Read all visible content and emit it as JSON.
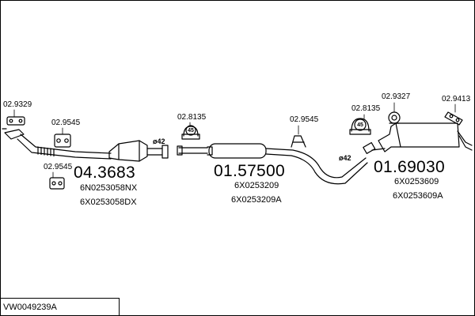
{
  "footer": {
    "code": "VW0049239A"
  },
  "parts": {
    "clamp_left": "02.9329",
    "mount_a": "02.9545",
    "mount_b": "02.9545",
    "catalyst": {
      "number": "04.3683",
      "codes": [
        "6N0253058NX",
        "6X0253058DX"
      ]
    },
    "clamp_mid": {
      "number": "02.8135",
      "size": "45"
    },
    "pipe_diameter_1": "ø42",
    "middle_silencer": {
      "number": "01.57500",
      "codes": [
        "6X0253209",
        "6X0253209A"
      ]
    },
    "mount_c": "02.9545",
    "pipe_diameter_2": "ø42",
    "clamp_rear": {
      "number": "02.8135",
      "size": "45"
    },
    "mount_d": "02.9327",
    "mount_e": "02.9413",
    "rear_silencer": {
      "number": "01.69030",
      "codes": [
        "6X0253609",
        "6X0253609A"
      ]
    }
  }
}
